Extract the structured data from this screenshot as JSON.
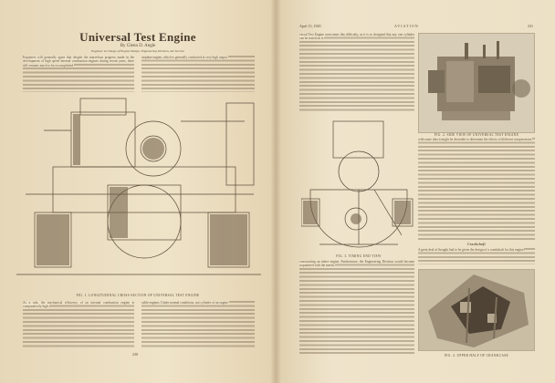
{
  "left_page": {
    "title": "Universal Test Engine",
    "byline": "By Glenn D. Angle",
    "affiliation": "Engineer in Charge of Engine Design, Engineering Division, Air Service",
    "intro": "Engineers will generally agree that despite the marvelous progress made in the development of high speed internal combustion engines during recent years, there still remains much to be accomplished.",
    "col2_start": "airplane engine, which is generally conducted at very high output.",
    "fig1_caption": "FIG. 1. LONGITUDINAL CROSS-SECTION OF UNIVERSAL TEST ENGINE",
    "lower_left_start": "As a rule, the mechanical efficiency of an internal combustion engine is comparatively high.",
    "lower_right_start": "cable engines. Under normal conditions, not cylinder of an engine.",
    "page_number": "230"
  },
  "right_page": {
    "header_date": "April 15, 1920",
    "header_title": "AVIATION",
    "page_number": "231",
    "col1_start": "versal Test Engine overcomes this difficulty, as it is so designed that any one cylinder can be tested on it.",
    "fig2_caption": "FIG. 2. SIDE VIEW OF UNIVERSAL TEST ENGINE",
    "fig3_caption": "FIG. 3. TIMING END VIEW",
    "col1_lower_start": "constructing an entire engine. Furthermore, the Engineering Division would become acquainted with the merits.",
    "col2_start": "with some idea it might be desirable to determine the effects of different compressions.",
    "crankshaft_heading": "Crankshaft",
    "crankshaft_start": "A great deal of thought had to be given the design of a crankshaft for this engine.",
    "fig4_caption": "FIG. 4. UPPER HALF OF CRANKCASE"
  }
}
